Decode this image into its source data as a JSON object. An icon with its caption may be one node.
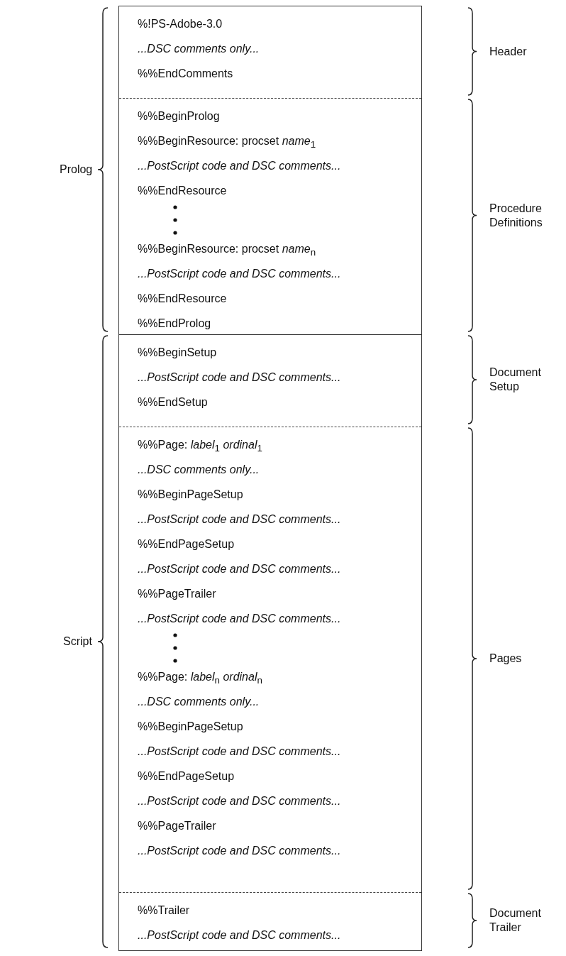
{
  "diagram": {
    "nodes": [
      {
        "text": [
          "%!PS-Adobe-3.0",
          "...DSC comments only...",
          "%%EndComments"
        ]
      },
      {
        "text": [
          "%%BeginProlog",
          "%%BeginResource: procset *name*$_{1}$",
          "...PostScript code and DSC comments...",
          "%%EndResource",
          "%%BeginResource: procset *name*$_{n}$",
          "...PostScript code and DSC comments...",
          "%%EndResource",
          "%%EndProlog"
        ]
      },
      {
        "text": [
          "%%BeginSetup",
          "...PostScript code and DSC comments...",
          "%%EndSetup"
        ]
      },
      {
        "text": [
          "%%Page: *label*$_{1}$ *ordinal*$_{1}$",
          "...DSC comments only...",
          "%%BeginPageSetup",
          "...PostScript code and DSC comments...",
          "%%EndPageSetup",
          "...PostScript code and DSC comments...",
          "%%PageTrailer",
          "...PostScript code and DSC comments...",
          "%%Page: *label*$_{n}$ *ordinal*$_{n}$",
          "...DSC comments only...",
          "%%BeginPageSetup",
          "...PostScript code and DSC comments...",
          "%%EndPageSetup",
          "...PostScript code and DSC comments...",
          "%%PageTrailer",
          "...PostScript code and DSC comments..."
        ]
      },
      {
        "text": [
          "%%Trailer",
          "...PostScript code and DSC comments..."
        ]
      }
    ],
    "labels": [
      "Header",
      "Prolog",
      "Procedure Definitions",
      "Document Setup",
      "Script",
      "Pages",
      "Document Trailer"
    ]
  }
}
